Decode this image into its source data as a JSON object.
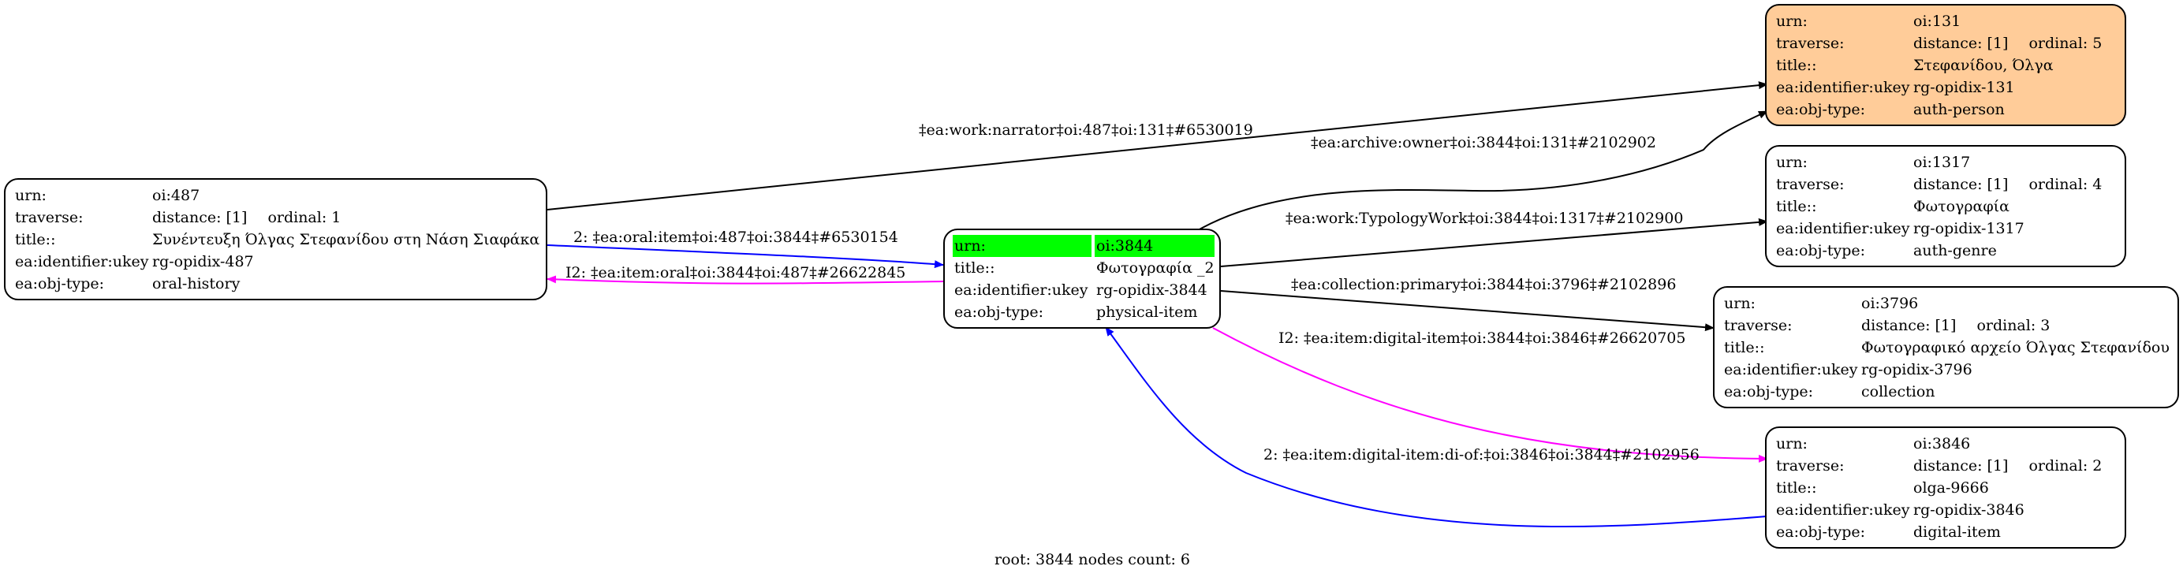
{
  "graph": {
    "footer": "root: 3844 nodes count: 6",
    "colors": {
      "forward": "#000000",
      "inverse_blue": "#0000ff",
      "inverse_magenta": "#ff00ff",
      "root_highlight": "#00ff00",
      "person_fill": "#ffcc99"
    },
    "nodes": {
      "n487": {
        "rows": [
          {
            "k": "urn:",
            "v": "oi:487"
          },
          {
            "k": "traverse:",
            "v": "distance: [1]",
            "ord": "ordinal: 1"
          },
          {
            "k": "title::",
            "v": "Συνέντευξη Όλγας Στεφανίδου στη Νάση Σιαφάκα"
          },
          {
            "k": "ea:identifier:ukey",
            "v": "rg-opidix-487"
          },
          {
            "k": "ea:obj-type:",
            "v": "oral-history"
          }
        ]
      },
      "n3844": {
        "rows": [
          {
            "k": "urn:",
            "v": "oi:3844"
          },
          {
            "k": "title::",
            "v": "Φωτογραφία _2"
          },
          {
            "k": "ea:identifier:ukey",
            "v": "rg-opidix-3844"
          },
          {
            "k": "ea:obj-type:",
            "v": "physical-item"
          }
        ]
      },
      "n131": {
        "rows": [
          {
            "k": "urn:",
            "v": "oi:131"
          },
          {
            "k": "traverse:",
            "v": "distance: [1]",
            "ord": "ordinal: 5"
          },
          {
            "k": "title::",
            "v": "Στεφανίδου, Όλγα"
          },
          {
            "k": "ea:identifier:ukey",
            "v": "rg-opidix-131"
          },
          {
            "k": "ea:obj-type:",
            "v": "auth-person"
          }
        ]
      },
      "n1317": {
        "rows": [
          {
            "k": "urn:",
            "v": "oi:1317"
          },
          {
            "k": "traverse:",
            "v": "distance: [1]",
            "ord": "ordinal: 4"
          },
          {
            "k": "title::",
            "v": "Φωτογραφία"
          },
          {
            "k": "ea:identifier:ukey",
            "v": "rg-opidix-1317"
          },
          {
            "k": "ea:obj-type:",
            "v": "auth-genre"
          }
        ]
      },
      "n3796": {
        "rows": [
          {
            "k": "urn:",
            "v": "oi:3796"
          },
          {
            "k": "traverse:",
            "v": "distance: [1]",
            "ord": "ordinal: 3"
          },
          {
            "k": "title::",
            "v": "Φωτογραφικό αρχείο Όλγας Στεφανίδου"
          },
          {
            "k": "ea:identifier:ukey",
            "v": "rg-opidix-3796"
          },
          {
            "k": "ea:obj-type:",
            "v": "collection"
          }
        ]
      },
      "n3846": {
        "rows": [
          {
            "k": "urn:",
            "v": "oi:3846"
          },
          {
            "k": "traverse:",
            "v": "distance: [1]",
            "ord": "ordinal: 2"
          },
          {
            "k": "title::",
            "v": "olga-9666"
          },
          {
            "k": "ea:identifier:ukey",
            "v": "rg-opidix-3846"
          },
          {
            "k": "ea:obj-type:",
            "v": "digital-item"
          }
        ]
      }
    },
    "edges": {
      "narrator": "‡ea:work:narrator‡oi:487‡oi:131‡#6530019",
      "archive_owner": "‡ea:archive:owner‡oi:3844‡oi:131‡#2102902",
      "typology": "‡ea:work:TypologyWork‡oi:3844‡oi:1317‡#2102900",
      "oral_item": "2: ‡ea:oral:item‡oi:487‡oi:3844‡#6530154",
      "item_oral": "I2: ‡ea:item:oral‡oi:3844‡oi:487‡#26622845",
      "collection_primary": "‡ea:collection:primary‡oi:3844‡oi:3796‡#2102896",
      "digital_item": "I2: ‡ea:item:digital-item‡oi:3844‡oi:3846‡#26620705",
      "di_of": "2: ‡ea:item:digital-item:di-of:‡oi:3846‡oi:3844‡#2102956"
    }
  }
}
